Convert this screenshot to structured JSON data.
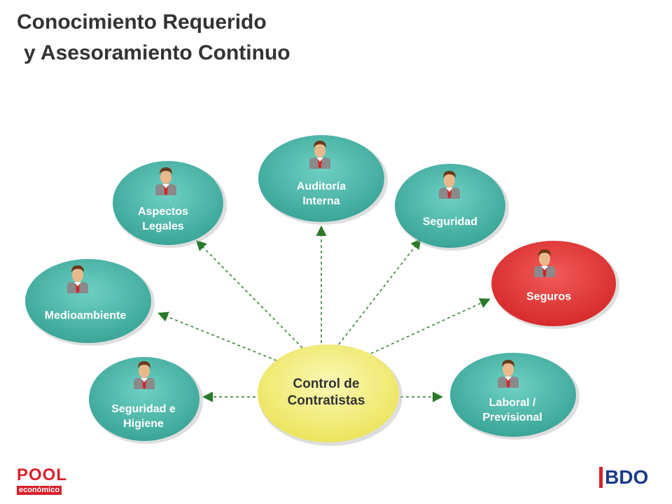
{
  "title": {
    "line1": "Conocimiento Requerido",
    "line2": "y Asesoramiento Continuo"
  },
  "center": {
    "label": "Control de\nContratistas",
    "color": "#f4f07a"
  },
  "nodes": [
    {
      "id": "auditoria",
      "label": "Auditoría\nInterna",
      "color": "#4db8ab",
      "icon": "person-icon"
    },
    {
      "id": "aspectos",
      "label": "Aspectos\nLegales",
      "color": "#4db8ab",
      "icon": "person-icon"
    },
    {
      "id": "seguridad",
      "label": "Seguridad",
      "color": "#4db8ab",
      "icon": "person-icon"
    },
    {
      "id": "seguros",
      "label": "Seguros",
      "color": "#e23a3a",
      "icon": "person-icon"
    },
    {
      "id": "medioambiente",
      "label": "Medioambiente",
      "color": "#4db8ab",
      "icon": "person-icon"
    },
    {
      "id": "seg-higiene",
      "label": "Seguridad e\nHigiene",
      "color": "#4db8ab",
      "icon": "person-icon"
    },
    {
      "id": "laboral",
      "label": "Laboral /\nPrevisional",
      "color": "#4db8ab",
      "icon": "person-icon"
    }
  ],
  "arrow_color": "#2a7a2a",
  "logos": {
    "pool_top": "POOL",
    "pool_bottom": "económico",
    "bdo": "BDO"
  }
}
